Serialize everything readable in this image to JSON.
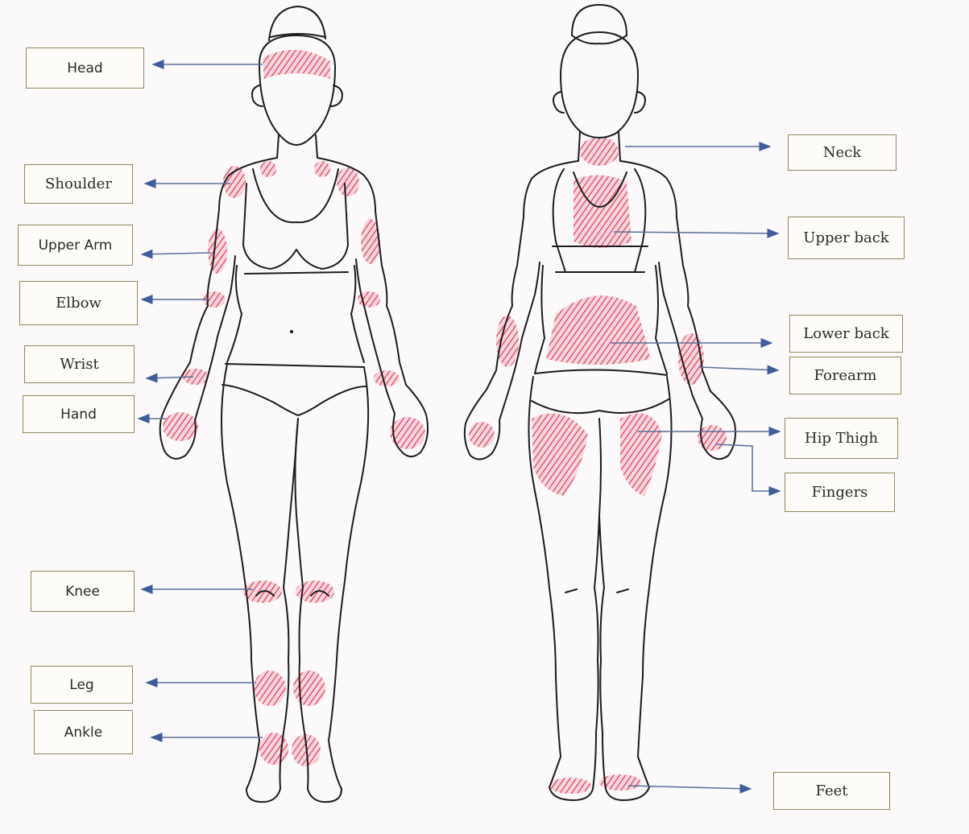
{
  "labels": {
    "head": "Head",
    "shoulder": "Shoulder",
    "upper_arm": "Upper Arm",
    "elbow": "Elbow",
    "wrist": "Wrist",
    "hand": "Hand",
    "knee": "Knee",
    "leg": "Leg",
    "ankle": "Ankle",
    "neck": "Neck",
    "upper_back": "Upper back",
    "lower_back": "Lower back",
    "forearm": "Forearm",
    "hip_thigh": "Hip Thigh",
    "fingers": "Fingers",
    "feet": "Feet"
  },
  "colors": {
    "ink": "#1c1c1c",
    "hatch": "#e0304f",
    "arrow": "#5a6f9a",
    "box_border": "#8c8a5a"
  }
}
